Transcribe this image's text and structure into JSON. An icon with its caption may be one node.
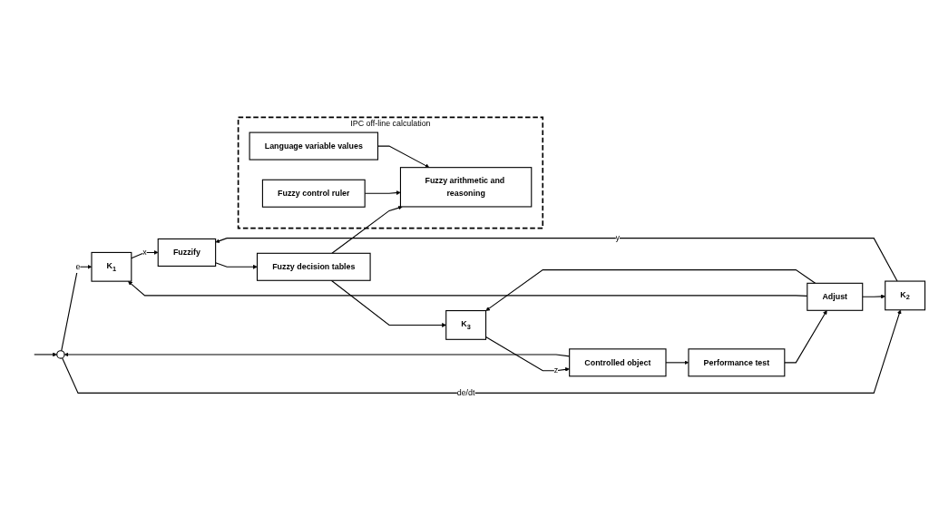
{
  "diagram": {
    "nodes": [
      {
        "text": [
          "Adjust"
        ]
      },
      {
        "text": [
          "Performance test"
        ]
      },
      {
        "text": [],
        "shape": "circle"
      },
      {
        "text": [
          "K$_{1}$"
        ]
      },
      {
        "text": [
          "K$_{2}$"
        ]
      },
      {
        "text": [
          "Fuzzify"
        ]
      },
      {
        "text": [
          "Fuzzy decision tables"
        ]
      },
      {
        "text": [
          "K$_{3}$"
        ]
      },
      {
        "text": [
          "Controlled object"
        ]
      },
      {
        "text": [
          "IPC off-line calculation"
        ]
      },
      {
        "text": [
          "Fuzzy control ruler"
        ],
        "in": 9
      },
      {
        "text": [
          "Fuzzy arithmetic and reasoning"
        ],
        "in": 9
      },
      {
        "text": [
          "Language variable values"
        ],
        "in": 9
      }
    ],
    "edges": [
      {
        "from": null,
        "to": 2,
        "arrow": "to"
      },
      {
        "from": 2,
        "to": 3,
        "arrow": "to",
        "label": "e"
      },
      {
        "from": 2,
        "to": 4,
        "arrow": "to",
        "label": "de/dt"
      },
      {
        "from": 3,
        "to": 5,
        "arrow": "to",
        "label": "x"
      },
      {
        "from": 4,
        "to": 5,
        "arrow": "to",
        "label": "y"
      },
      {
        "from": 5,
        "to": 6,
        "arrow": "to"
      },
      {
        "from": 6,
        "to": 7,
        "arrow": "to"
      },
      {
        "from": 7,
        "to": 8,
        "arrow": "to",
        "label": "z"
      },
      {
        "from": 8,
        "to": 1,
        "arrow": "to"
      },
      {
        "from": 8,
        "to": 2,
        "arrow": "to"
      },
      {
        "from": 1,
        "to": 0,
        "arrow": "to"
      },
      {
        "from": 0,
        "to": 3,
        "arrow": "to"
      },
      {
        "from": 0,
        "to": 4,
        "arrow": "to"
      },
      {
        "from": 0,
        "to": 7,
        "arrow": "to"
      },
      {
        "from": 6,
        "to": 11,
        "arrow": "to"
      },
      {
        "from": 10,
        "to": 11,
        "arrow": "to"
      },
      {
        "from": 12,
        "to": 11,
        "arrow": "to"
      }
    ]
  }
}
